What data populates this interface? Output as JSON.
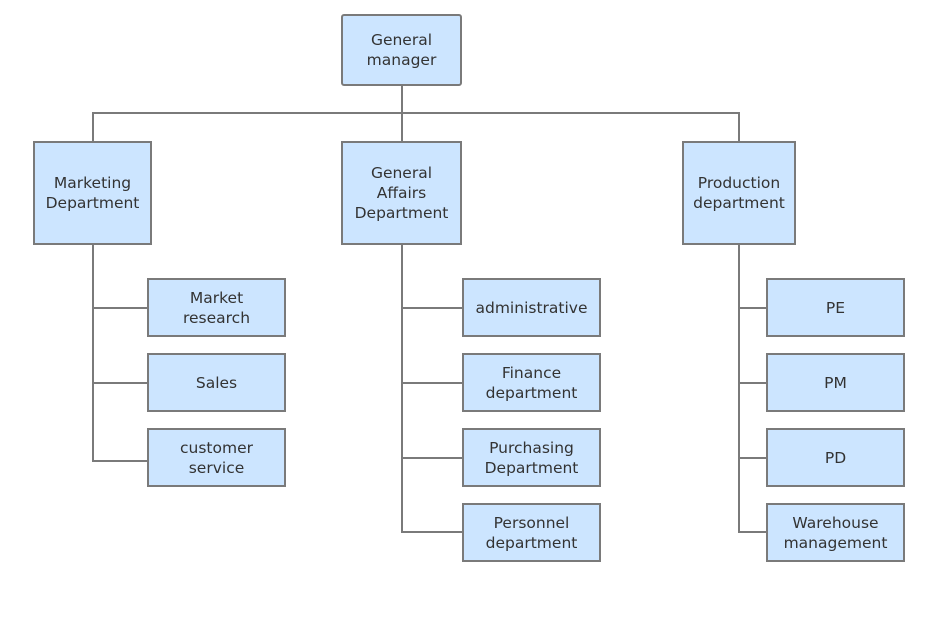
{
  "org_chart": {
    "root": {
      "label": "General\nmanager"
    },
    "departments": [
      {
        "label": "Marketing\nDepartment",
        "children": [
          "Market\nresearch",
          "Sales",
          "customer\nservice"
        ]
      },
      {
        "label": "General\nAffairs\nDepartment",
        "children": [
          "administrative",
          "Finance\ndepartment",
          "Purchasing\nDepartment",
          "Personnel\ndepartment"
        ]
      },
      {
        "label": "Production\ndepartment",
        "children": [
          "PE",
          "PM",
          "PD",
          "Warehouse\nmanagement"
        ]
      }
    ]
  },
  "colors": {
    "node_fill": "#cce5ff",
    "node_border": "#7a7a7a",
    "connector": "#7a7a7a",
    "text": "#333333"
  }
}
